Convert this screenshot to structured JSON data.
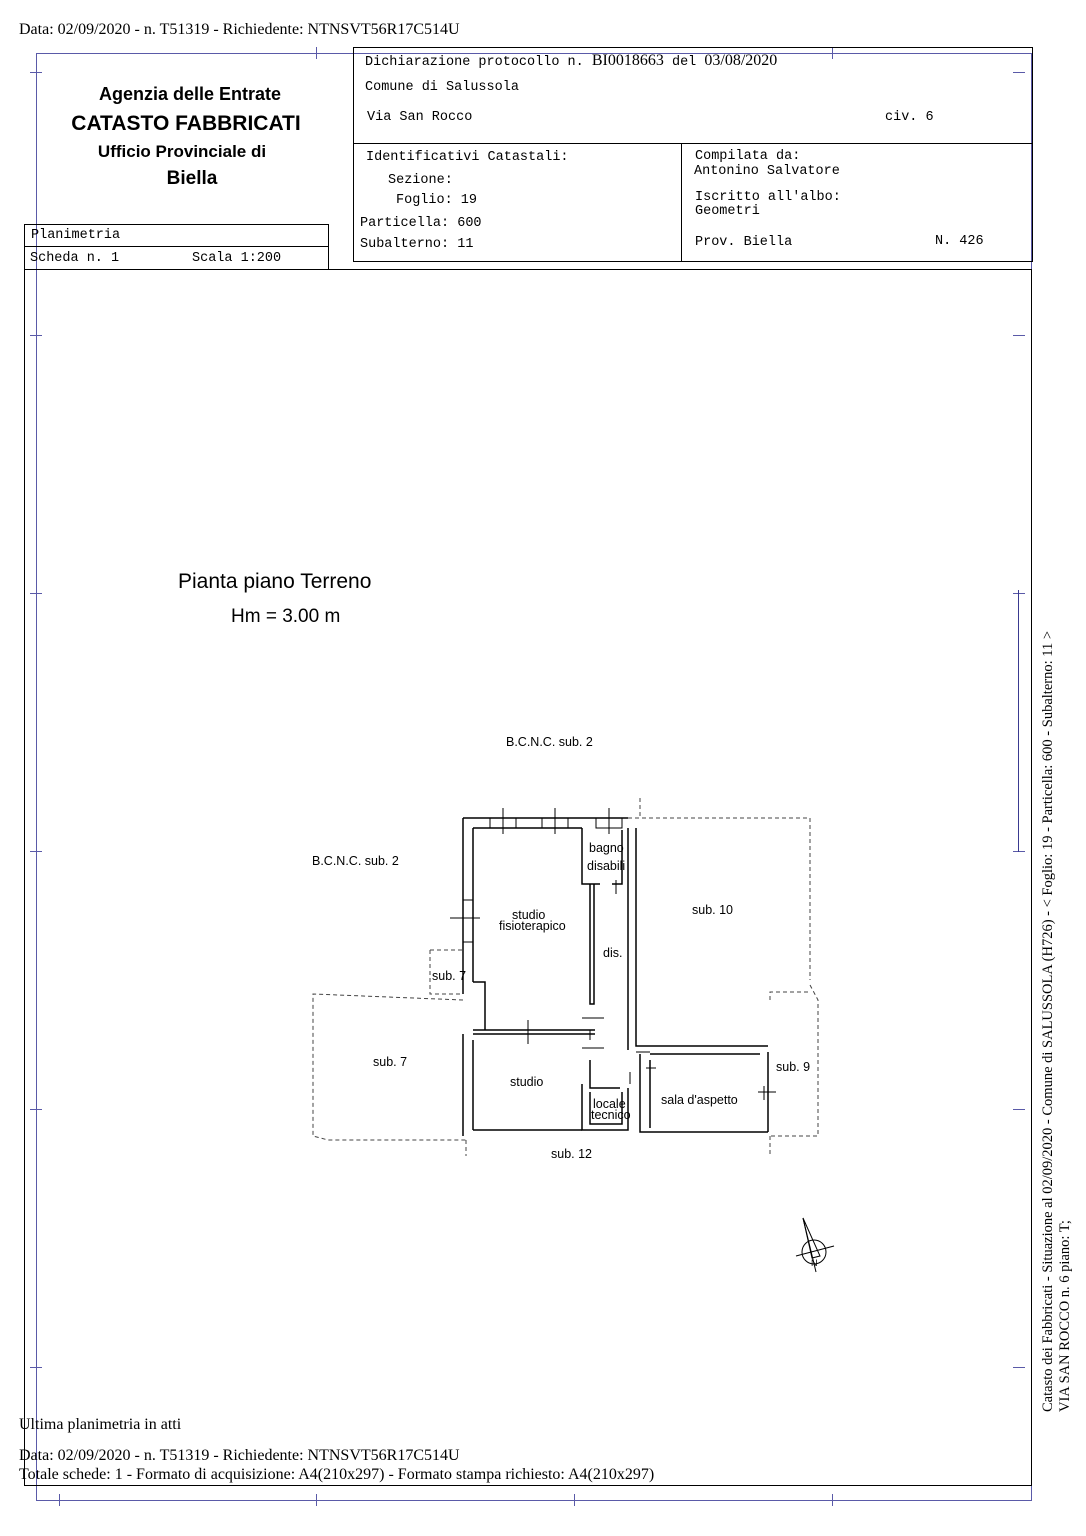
{
  "header_line": "Data: 02/09/2020 - n. T51319 - Richiedente: NTNSVT56R17C514U",
  "agency": {
    "line1": "Agenzia delle Entrate",
    "line2": "CATASTO FABBRICATI",
    "line3": "Ufficio Provinciale di",
    "line4": "Biella"
  },
  "plan_box": {
    "title": "Planimetria",
    "scheda": "Scheda n. 1",
    "scala": "Scala 1:200"
  },
  "declaration": {
    "protocol_label": "Dichiarazione protocollo n.",
    "protocol_number": "BI0018663",
    "protocol_del": "del",
    "protocol_date": "03/08/2020",
    "comune": "Comune di Salussola",
    "via": "Via San Rocco",
    "civ": "civ. 6"
  },
  "identifiers": {
    "heading": "Identificativi Catastali:",
    "sezione": "Sezione:",
    "foglio": "Foglio: 19",
    "particella": "Particella: 600",
    "subalterno": "Subalterno: 11"
  },
  "compiler": {
    "label": "Compilata da:",
    "name": "Antonino Salvatore",
    "albo_label": "Iscritto all'albo:",
    "albo": "Geometri",
    "prov": "Prov. Biella",
    "number": "N. 426"
  },
  "plan": {
    "title": "Pianta piano Terreno",
    "height": "Hm = 3.00 m",
    "labels": {
      "bcnc_top": "B.C.N.C. sub. 2",
      "bcnc_left": "B.C.N.C. sub. 2",
      "bagno1": "bagno",
      "bagno2": "disabili",
      "studio_fis1": "studio",
      "studio_fis2": "fisioterapico",
      "dis": "dis.",
      "sub10": "sub. 10",
      "sub7_small": "sub. 7",
      "sub7_big": "sub. 7",
      "studio": "studio",
      "locale1": "locale",
      "locale2": "tecnico",
      "sala": "sala d'aspetto",
      "sub9": "sub. 9",
      "sub12": "sub. 12",
      "north": "N"
    }
  },
  "side_note": {
    "line1": "Catasto dei Fabbricati - Situazione al 02/09/2020 - Comune di SALUSSOLA (H726) - < Foglio: 19 - Particella: 600 - Subalterno: 11 >",
    "line2": "VIA SAN ROCCO n. 6 piano: T;"
  },
  "footer": {
    "ultima": "Ultima planimetria in atti",
    "data_line": "Data: 02/09/2020 - n. T51319 - Richiedente: NTNSVT56R17C514U",
    "totale": "Totale schede: 1 - Formato di acquisizione: A4(210x297)  - Formato stampa richiesto: A4(210x297)"
  }
}
